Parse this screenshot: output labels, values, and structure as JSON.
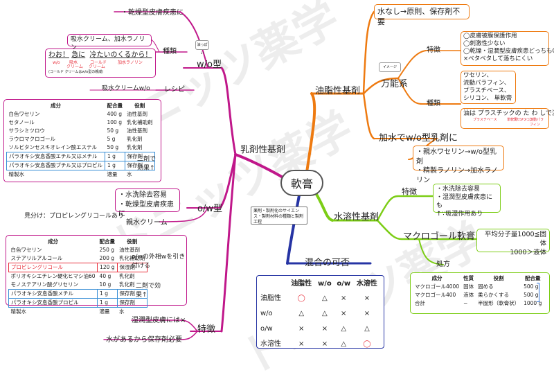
{
  "center": "軟膏",
  "watermark": "ドニッツ薬学",
  "note_center": "薬剤・製剤化のサイエンス・製剤材料の種類と製剤工程",
  "colors": {
    "pink": "#c0178a",
    "orange": "#ee7a10",
    "green": "#7ccd16",
    "blue": "#2634a4",
    "red": "#e8313d"
  },
  "emulsion": {
    "title": "乳剤性基剤",
    "wo": {
      "title": "w/o型",
      "tag": "油っぽい",
      "dry": "・乾燥型皮膚疾患に",
      "kinds_label": "種類",
      "kinds_top": "吸水クリーム、加水ラノリン",
      "mnemonic": {
        "line1": [
          "わお！",
          "急に",
          "冷たいのくるから！"
        ],
        "line2": [
          "w/o",
          "吸水",
          "コールド",
          "加水ラノリン"
        ],
        "line2b": [
          "クリーム",
          "クリーム"
        ],
        "note": "(コールド クリームはw/o型の親戚)"
      },
      "recipe_label": "レシピ",
      "recipe_name": "吸水クリームw/o",
      "table": {
        "headers": [
          "成分",
          "配合量",
          "役割"
        ],
        "rows": [
          [
            "白色ワセリン",
            "400 g",
            "油性基剤"
          ],
          [
            "セタノール",
            "100 g",
            "乳化補助剤"
          ],
          [
            "サラシミツロウ",
            "50 g",
            "油性基剤"
          ],
          [
            "ラウロマクロゴール",
            "5 g",
            "乳化剤"
          ],
          [
            "ソルビタンセスキオレイン酸エステル",
            "50 g",
            "乳化剤"
          ],
          [
            "パラオキシ安息香酸エチル又はメチル",
            "1 g",
            "保存剤"
          ],
          [
            "パラオキシ安息香酸ブチル又はプロピル",
            "1 g",
            "保存剤"
          ],
          [
            "精製水",
            "適量",
            "水"
          ]
        ],
        "note": "二剤で効果↑"
      }
    },
    "ow": {
      "title": "o/w型",
      "features": [
        "・水洗除去容易",
        "・乾燥型皮膚疾患に"
      ],
      "identify": "見分け：プロピレングリコールあり",
      "recipe_name": "親水クリーム",
      "table": {
        "headers": [
          "成分",
          "配合量",
          "役割"
        ],
        "rows": [
          [
            "白色ワセリン",
            "250 g",
            "油性基剤"
          ],
          [
            "ステアリルアルコール",
            "200 g",
            "乳化補助剤"
          ],
          [
            "プロピレングリコール",
            "120 g",
            "保湿剤"
          ],
          [
            "ポリオキシエチレン硬化ヒマシ油60",
            "40 g",
            "乳化剤"
          ],
          [
            "モノステアリン酸グリセリン",
            "10 g",
            "乳化剤"
          ],
          [
            "パラオキシ安息香酸メチル",
            "1 g",
            "保存剤"
          ],
          [
            "パラオキシ安息香酸プロピル",
            "1 g",
            "保存剤"
          ],
          [
            "精製水",
            "適量",
            "水"
          ]
        ],
        "note_outer": "o/wの外相wを引き付ける",
        "note": "二剤で効果↑"
      }
    },
    "features": {
      "title": "特徴",
      "wet": "湿潤型皮膚には×",
      "preserve": "水があるから保存剤必要"
    }
  },
  "oil": {
    "title": "油脂性基剤",
    "no_water": "水なし→原則、保存剤不要",
    "universal": "万能系",
    "tag": "イメージ",
    "features_label": "特徴",
    "features": [
      "◯皮膚被膜保護作用",
      "◯刺激性少ない",
      "◯乾燥・湿潤型皮膚疾患どっちもOK",
      "×ベタベタして落ちにくい"
    ],
    "kinds_label": "種類",
    "kinds": [
      "ワセリン、",
      "流動パラフィン、",
      "プラスチベース、",
      "シリコン、 単軟膏"
    ],
    "mnemonic": {
      "line": "油は プラスチックの た わ しで流せ",
      "subs": [
        "プラスチベース",
        "単軟膏",
        "ワセリン",
        "シリコン",
        "流動パラフィン"
      ]
    },
    "add_water": "加水でw/o型乳剤に",
    "add_list": [
      "・親水ワセリン→w/o型乳剤",
      "・精製ラノリン→加水ラノリン"
    ]
  },
  "water": {
    "title": "水溶性基剤",
    "features_label": "特徴",
    "features": [
      "・水洗除去容易",
      "・湿潤型皮膚疾患にも",
      "↑∵吸湿作用あり"
    ],
    "macrogol": "マクロゴール軟膏",
    "mw": [
      "平均分子量1000≦固体",
      "1000＞液体"
    ],
    "recipe_label": "処方",
    "table": {
      "headers": [
        "成分",
        "性質",
        "役割",
        "配合量"
      ],
      "rows": [
        [
          "マクロゴール4000",
          "固体",
          "固める",
          "500 g"
        ],
        [
          "マクロゴール400",
          "液体",
          "柔らかくする",
          "500 g"
        ],
        [
          "合計",
          "−",
          "半固形（軟膏状）",
          "1000 g"
        ]
      ]
    }
  },
  "mix": {
    "title": "混合の可否",
    "headers": [
      "",
      "油脂性",
      "w/o",
      "o/w",
      "水溶性"
    ],
    "rows": [
      [
        "油脂性",
        "◯",
        "△",
        "×",
        "×"
      ],
      [
        "w/o",
        "△",
        "△",
        "×",
        "×"
      ],
      [
        "o/w",
        "×",
        "×",
        "△",
        "△"
      ],
      [
        "水溶性",
        "×",
        "×",
        "△",
        "◯"
      ]
    ]
  }
}
